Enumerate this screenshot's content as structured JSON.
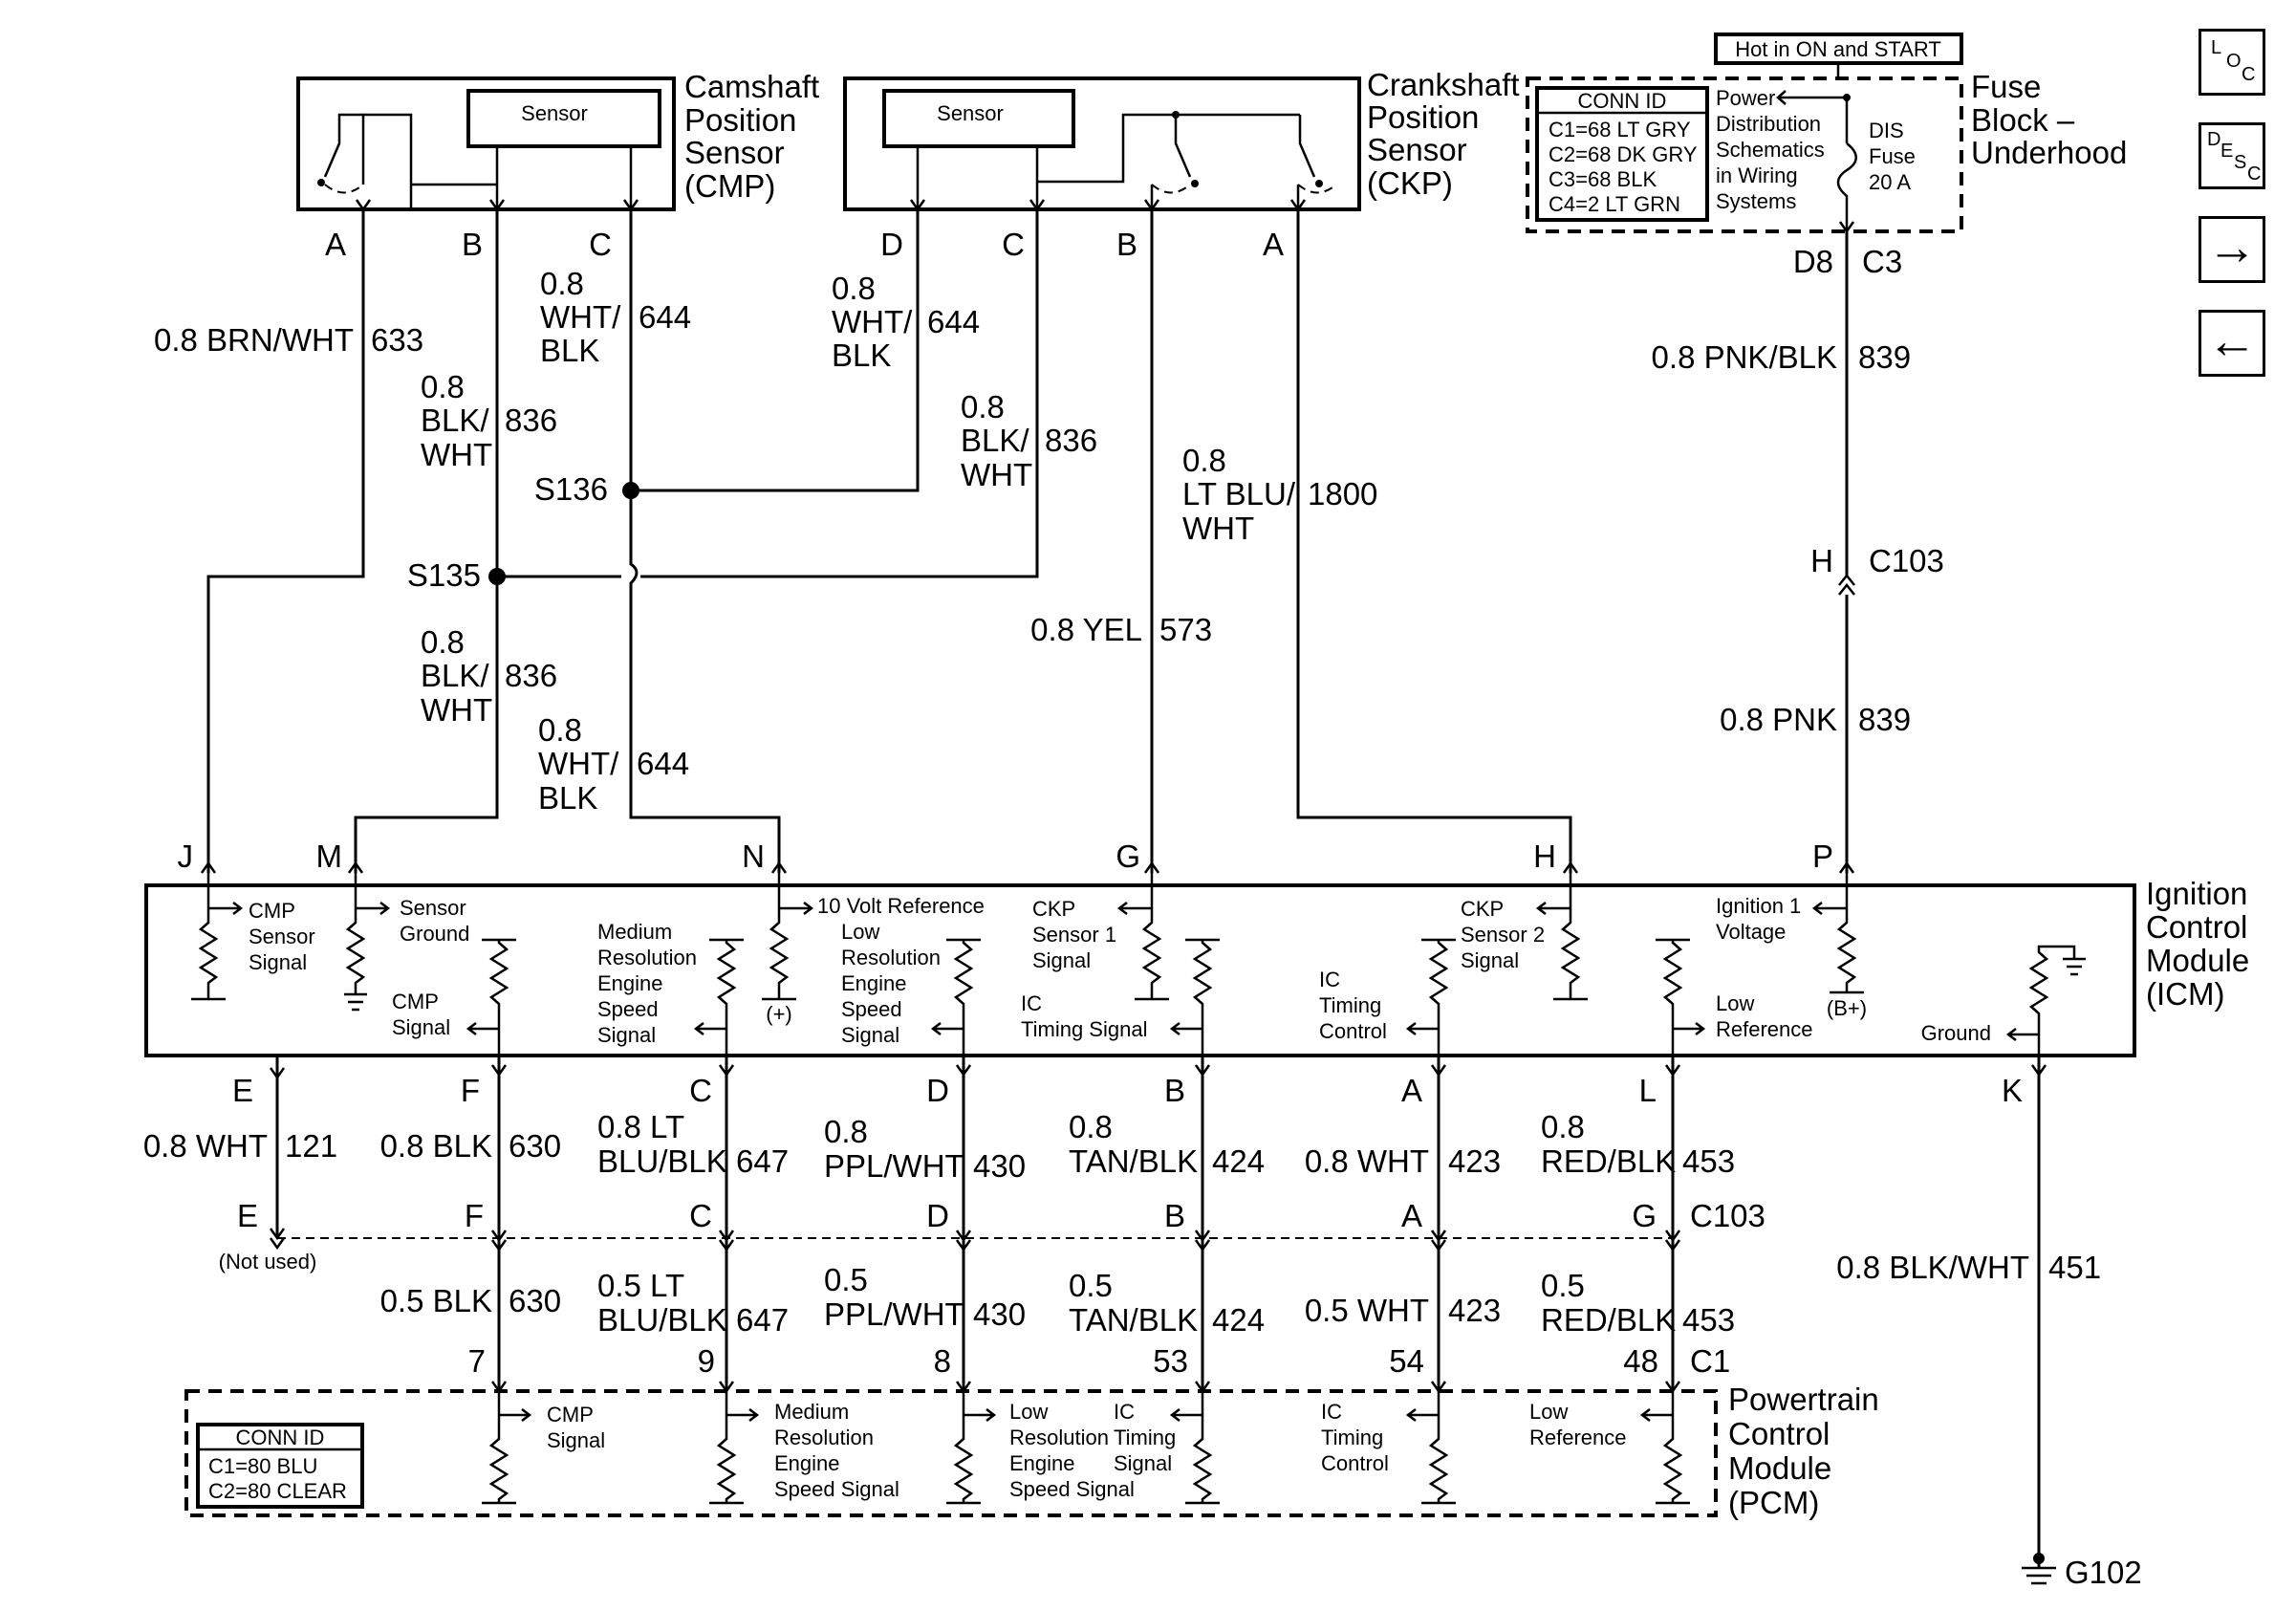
{
  "sensors": {
    "cmp_title": [
      "Camshaft",
      "Position",
      "Sensor",
      "(CMP)"
    ],
    "ckp_title": [
      "Crankshaft",
      "Position",
      "Sensor",
      "(CKP)"
    ],
    "sensor_label": "Sensor"
  },
  "fuse_block": {
    "title": [
      "Fuse",
      "Block –",
      "Underhood"
    ],
    "hot_label": "Hot in ON and START",
    "conn_id_label": "CONN ID",
    "conn_ids": [
      "C1=68 LT GRY",
      "C2=68 DK GRY",
      "C3=68 BLK",
      "C4=2 LT GRN"
    ],
    "power_ref": [
      "Power",
      "Distribution",
      "Schematics",
      "in Wiring",
      "Systems"
    ],
    "fuse": [
      "DIS",
      "Fuse",
      "20 A"
    ]
  },
  "top_pins": {
    "cmp": [
      "A",
      "B",
      "C"
    ],
    "ckp": [
      "D",
      "C",
      "B",
      "A"
    ],
    "fuse": [
      "D8",
      "C3"
    ]
  },
  "wires_top": {
    "cmp_a": [
      "0.8 BRN/WHT",
      "633"
    ],
    "cmp_b": [
      "0.8",
      "BLK/",
      "WHT",
      "836"
    ],
    "cmp_c": [
      "0.8",
      "WHT/",
      "BLK",
      "644"
    ],
    "ckp_d": [
      "0.8",
      "WHT/",
      "BLK",
      "644"
    ],
    "ckp_c": [
      "0.8",
      "BLK/",
      "WHT",
      "836"
    ],
    "ckp_b_upper": [
      "0.8",
      "LT BLU/",
      "WHT",
      "1800"
    ],
    "ckp_b_lower": [
      "0.8 YEL",
      "573"
    ],
    "fuse_upper": [
      "0.8 PNK/BLK",
      "839"
    ],
    "fuse_lower": [
      "0.8 PNK",
      "839"
    ],
    "s135_lower": [
      "0.8",
      "BLK/",
      "WHT",
      "836"
    ],
    "s136_lower": [
      "0.8",
      "WHT/",
      "BLK",
      "644"
    ]
  },
  "splices": {
    "s135": "S135",
    "s136": "S136",
    "c103_top": [
      "H",
      "C103"
    ]
  },
  "icm": {
    "title": [
      "Ignition",
      "Control",
      "Module",
      "(ICM)"
    ],
    "top_pins": [
      "J",
      "M",
      "N",
      "G",
      "H",
      "P"
    ],
    "bottom_pins": [
      "E",
      "F",
      "C",
      "D",
      "B",
      "A",
      "L",
      "K"
    ],
    "labels": {
      "cmp_sensor_signal": [
        "CMP",
        "Sensor",
        "Signal"
      ],
      "sensor_ground": [
        "Sensor",
        "Ground"
      ],
      "cmp_signal": [
        "CMP",
        "Signal"
      ],
      "medium_res": [
        "Medium",
        "Resolution",
        "Engine",
        "Speed",
        "Signal"
      ],
      "ten_volt": "10 Volt Reference",
      "plus": "(+)",
      "low_res": [
        "Low",
        "Resolution",
        "Engine",
        "Speed",
        "Signal"
      ],
      "ckp_sensor1": [
        "CKP",
        "Sensor 1",
        "Signal"
      ],
      "ic_timing_signal": [
        "IC",
        "Timing Signal"
      ],
      "ic_timing_control": [
        "IC",
        "Timing",
        "Control"
      ],
      "ckp_sensor2": [
        "CKP",
        "Sensor 2",
        "Signal"
      ],
      "ignition1": [
        "Ignition 1",
        "Voltage"
      ],
      "bplus": "(B+)",
      "low_reference": [
        "Low",
        "Reference"
      ],
      "ground": "Ground"
    }
  },
  "wires_bottom": {
    "e": [
      "0.8 WHT",
      "121"
    ],
    "f": [
      "0.8 BLK",
      "630"
    ],
    "c": [
      "0.8 LT",
      "BLU/BLK",
      "647"
    ],
    "d": [
      "0.8",
      "PPL/WHT",
      "430"
    ],
    "b": [
      "0.8",
      "TAN/BLK",
      "424"
    ],
    "a": [
      "0.8 WHT",
      "423"
    ],
    "l": [
      "0.8",
      "RED/BLK",
      "453"
    ],
    "k": [
      "0.8 BLK/WHT",
      "451"
    ],
    "f2": [
      "0.5 BLK",
      "630"
    ],
    "c2": [
      "0.5 LT",
      "BLU/BLK",
      "647"
    ],
    "d2": [
      "0.5",
      "PPL/WHT",
      "430"
    ],
    "b2": [
      "0.5",
      "TAN/BLK",
      "424"
    ],
    "a2": [
      "0.5 WHT",
      "423"
    ],
    "l2": [
      "0.5",
      "RED/BLK",
      "453"
    ]
  },
  "c103_bottom": {
    "pins": [
      "E",
      "F",
      "C",
      "D",
      "B",
      "A",
      "G"
    ],
    "name": "C103",
    "not_used": "(Not used)"
  },
  "pcm": {
    "pins": [
      "7",
      "9",
      "8",
      "53",
      "54",
      "48"
    ],
    "connector": "C1",
    "title": [
      "Powertrain",
      "Control",
      "Module",
      "(PCM)"
    ],
    "conn_id_label": "CONN ID",
    "conn_ids": [
      "C1=80 BLU",
      "C2=80 CLEAR"
    ],
    "labels": {
      "cmp_signal": [
        "CMP",
        "Signal"
      ],
      "medium_res": [
        "Medium",
        "Resolution",
        "Engine",
        "Speed Signal"
      ],
      "low_res": [
        "Low",
        "Resolution",
        "Engine",
        "Speed Signal"
      ],
      "ic_timing_signal": [
        "IC",
        "Timing",
        "Signal"
      ],
      "ic_timing_control": [
        "IC",
        "Timing",
        "Control"
      ],
      "low_reference": [
        "Low",
        "Reference"
      ]
    }
  },
  "ground": "G102",
  "nav": {
    "loc": [
      "L",
      "O",
      "C"
    ],
    "desc": [
      "D",
      "E",
      "S",
      "C"
    ],
    "next": "→",
    "prev": "←"
  }
}
